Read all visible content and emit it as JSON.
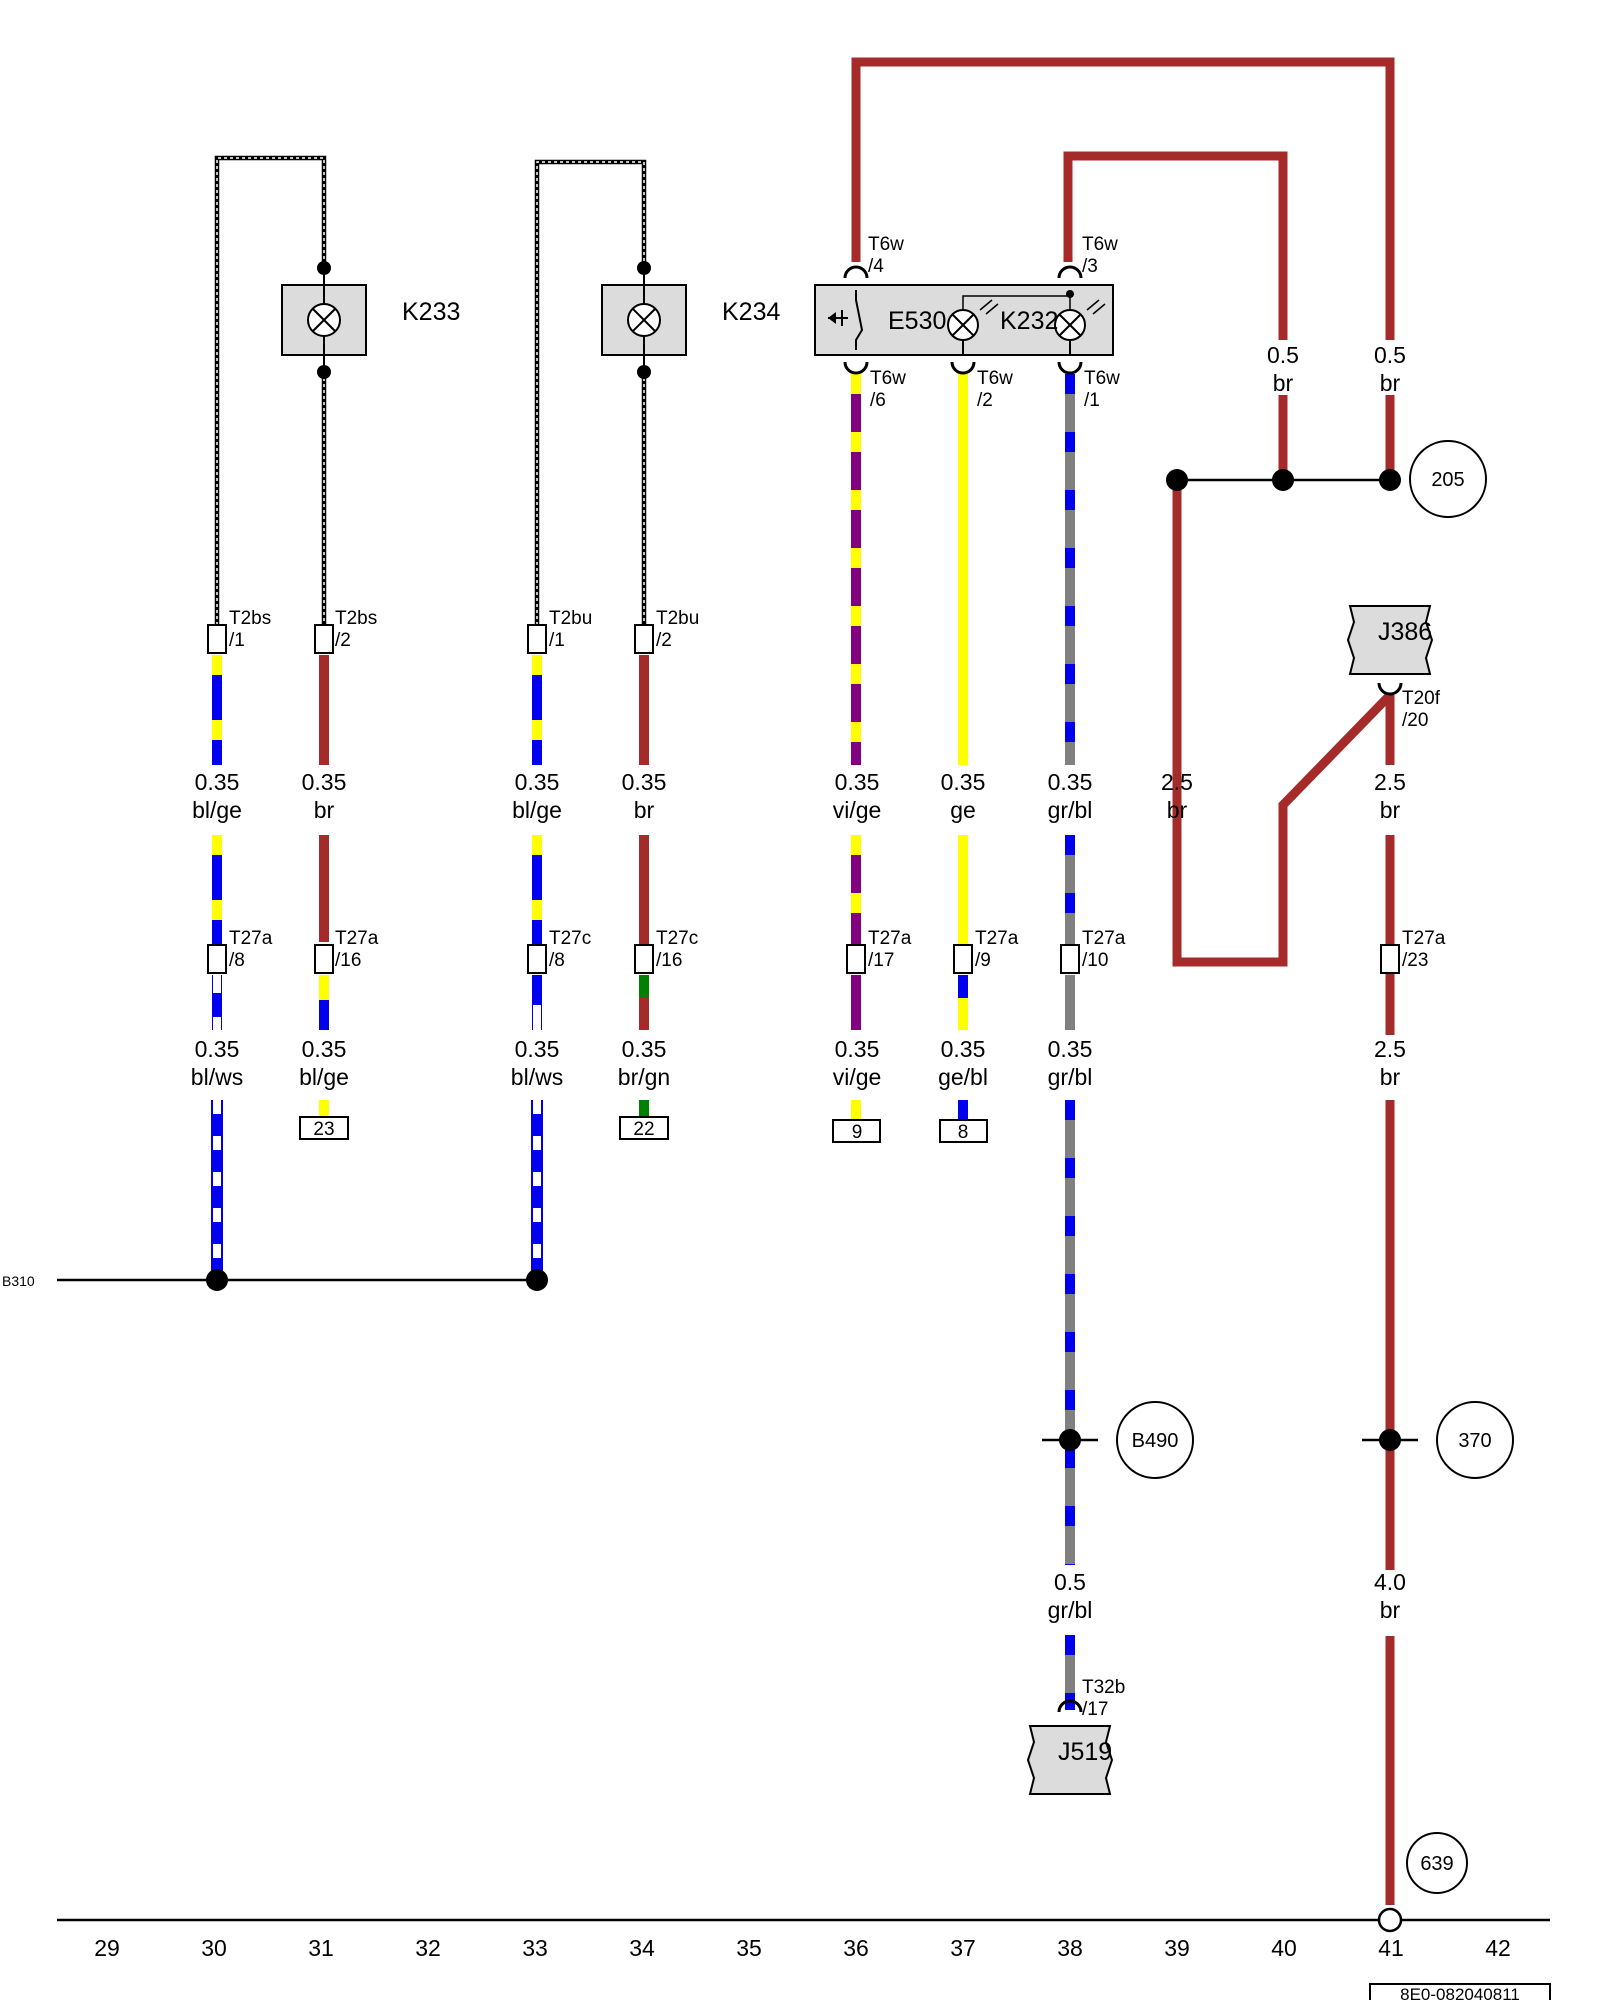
{
  "document_id": "8E0-082040811",
  "ground_bus_label": "B310",
  "column_numbers": [
    "29",
    "30",
    "31",
    "32",
    "33",
    "34",
    "35",
    "36",
    "37",
    "38",
    "39",
    "40",
    "41",
    "42"
  ],
  "components": {
    "k233": {
      "label": "K233"
    },
    "k234": {
      "label": "K234"
    },
    "e530": {
      "label": "E530"
    },
    "k232": {
      "label": "K232"
    },
    "j386": {
      "label": "J386"
    },
    "j519": {
      "label": "J519"
    }
  },
  "circle_refs": {
    "r205": "205",
    "b490": "B490",
    "r370": "370",
    "r639": "639"
  },
  "connectors": {
    "c30_top": {
      "name": "T2bs",
      "pin": "/1"
    },
    "c31_top": {
      "name": "T2bs",
      "pin": "/2"
    },
    "c33_top": {
      "name": "T2bu",
      "pin": "/1"
    },
    "c34_top": {
      "name": "T2bu",
      "pin": "/2"
    },
    "c36_top": {
      "name": "T6w",
      "pin": "/4"
    },
    "c38_top": {
      "name": "T6w",
      "pin": "/3"
    },
    "c36_bot": {
      "name": "T6w",
      "pin": "/6"
    },
    "c37_bot": {
      "name": "T6w",
      "pin": "/2"
    },
    "c38_bot": {
      "name": "T6w",
      "pin": "/1"
    },
    "c41_j386": {
      "name": "T20f",
      "pin": "/20"
    },
    "c30_mid": {
      "name": "T27a",
      "pin": "/8"
    },
    "c31_mid": {
      "name": "T27a",
      "pin": "/16"
    },
    "c33_mid": {
      "name": "T27c",
      "pin": "/8"
    },
    "c34_mid": {
      "name": "T27c",
      "pin": "/16"
    },
    "c36_mid": {
      "name": "T27a",
      "pin": "/17"
    },
    "c37_mid": {
      "name": "T27a",
      "pin": "/9"
    },
    "c38_mid": {
      "name": "T27a",
      "pin": "/10"
    },
    "c41_mid": {
      "name": "T27a",
      "pin": "/23"
    },
    "c38_j519": {
      "name": "T32b",
      "pin": "/17"
    }
  },
  "wires": {
    "w30a": {
      "size": "0.35",
      "color": "bl/ge"
    },
    "w31a": {
      "size": "0.35",
      "color": "br"
    },
    "w33a": {
      "size": "0.35",
      "color": "bl/ge"
    },
    "w34a": {
      "size": "0.35",
      "color": "br"
    },
    "w36a": {
      "size": "0.35",
      "color": "vi/ge"
    },
    "w37a": {
      "size": "0.35",
      "color": "ge"
    },
    "w38a": {
      "size": "0.35",
      "color": "gr/bl"
    },
    "w39a": {
      "size": "2.5",
      "color": "br"
    },
    "w41a": {
      "size": "2.5",
      "color": "br"
    },
    "w40t": {
      "size": "0.5",
      "color": "br"
    },
    "w41t": {
      "size": "0.5",
      "color": "br"
    },
    "w30b": {
      "size": "0.35",
      "color": "bl/ws"
    },
    "w31b": {
      "size": "0.35",
      "color": "bl/ge"
    },
    "w33b": {
      "size": "0.35",
      "color": "bl/ws"
    },
    "w34b": {
      "size": "0.35",
      "color": "br/gn"
    },
    "w36b": {
      "size": "0.35",
      "color": "vi/ge"
    },
    "w37b": {
      "size": "0.35",
      "color": "ge/bl"
    },
    "w38b": {
      "size": "0.35",
      "color": "gr/bl"
    },
    "w41b": {
      "size": "2.5",
      "color": "br"
    },
    "w38c": {
      "size": "0.5",
      "color": "gr/bl"
    },
    "w41c": {
      "size": "4.0",
      "color": "br"
    }
  },
  "continuation_boxes": {
    "x31": "23",
    "x34": "22",
    "x36": "9",
    "x37": "8"
  },
  "wire_colors": {
    "br": "#a52a2a",
    "bl": "#0000ee",
    "ge": "#ffff00",
    "vi": "#800080",
    "gr": "#808080",
    "ws": "#ffffff",
    "gn": "#008000",
    "black": "#000000"
  }
}
